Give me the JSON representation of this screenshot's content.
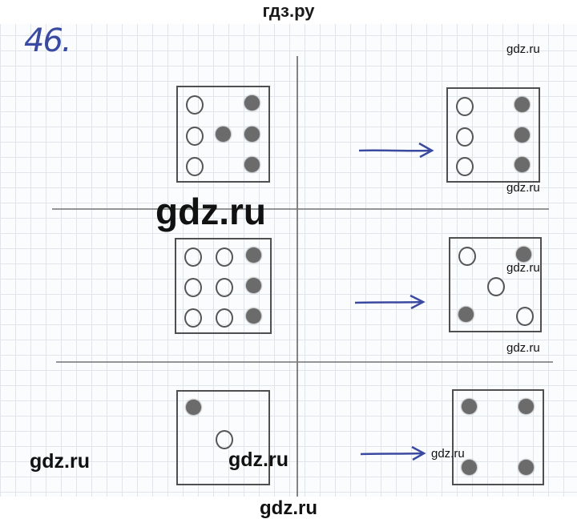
{
  "header": {
    "title": "гдз.ру"
  },
  "task": {
    "number": "46."
  },
  "watermarks": {
    "top_right": "gdz.ru",
    "row1_right": "gdz.ru",
    "center_big": "gdz.ru",
    "row2_inner": "gdz.ru",
    "row2_right": "gdz.ru",
    "bottom_left": "gdz.ru",
    "bottom_center": "gdz.ru",
    "row3_arrow": "gdz.ru",
    "footer": "gdz.ru"
  },
  "colors": {
    "ink_blue": "#3a4aa0",
    "pencil": "#555555",
    "grid": "#dfe5ea"
  },
  "puzzles": [
    {
      "left": [
        [
          "open",
          "",
          "filled"
        ],
        [
          "open",
          "filled",
          "filled"
        ],
        [
          "open",
          "",
          "filled"
        ]
      ],
      "right": [
        [
          "open",
          "",
          "filled"
        ],
        [
          "open",
          "",
          "filled"
        ],
        [
          "open",
          "",
          "filled"
        ]
      ]
    },
    {
      "left": [
        [
          "open",
          "open",
          "filled"
        ],
        [
          "open",
          "open",
          "filled"
        ],
        [
          "open",
          "open",
          "filled"
        ]
      ],
      "right": [
        [
          "open",
          "",
          "filled"
        ],
        [
          "",
          "open",
          ""
        ],
        [
          "filled",
          "",
          "open"
        ]
      ]
    },
    {
      "left": [
        [
          "filled",
          "",
          ""
        ],
        [
          "",
          "open",
          ""
        ],
        [
          "",
          "",
          ""
        ]
      ],
      "right": [
        [
          "filled",
          "",
          "filled"
        ],
        [
          "",
          "",
          ""
        ],
        [
          "filled",
          "",
          "filled"
        ]
      ]
    }
  ]
}
